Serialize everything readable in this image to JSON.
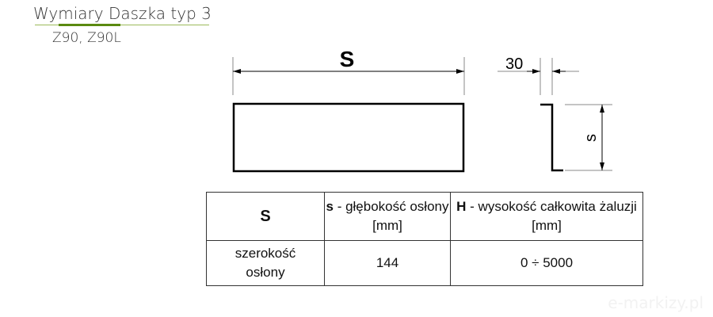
{
  "header": {
    "title": "Wymiary Daszka typ 3",
    "subtitle": "Z90, Z90L"
  },
  "drawing": {
    "width_label": "S",
    "flange_label": "30",
    "depth_label": "s"
  },
  "table": {
    "headers": [
      {
        "bold": "S",
        "rest": ""
      },
      {
        "bold": "s",
        "rest": " - głębokość osłony [mm]"
      },
      {
        "bold": "H",
        "rest": " - wysokość całkowita żaluzji [mm]"
      }
    ],
    "row": [
      "szerokość osłony",
      "144",
      "0 ÷ 5000"
    ]
  },
  "watermark": "e-markizy.pl"
}
